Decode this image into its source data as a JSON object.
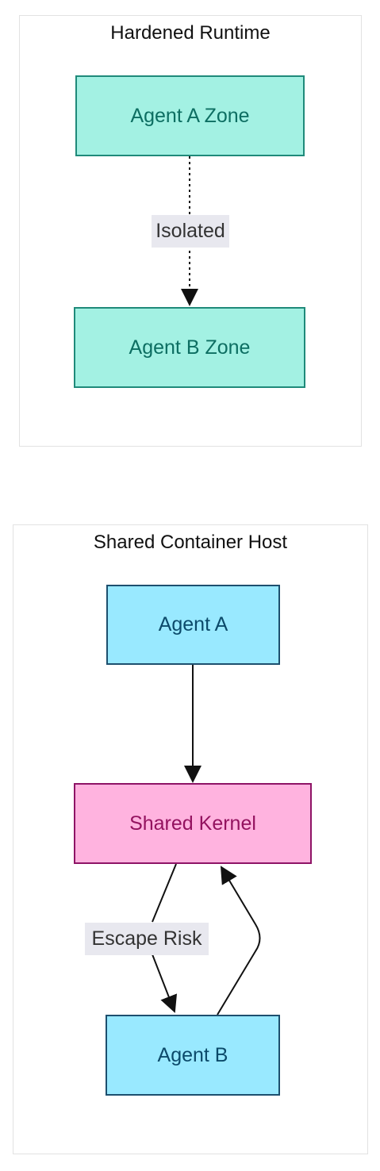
{
  "clusters": {
    "hardened": {
      "title": "Hardened Runtime",
      "nodes": {
        "agent_a_zone": "Agent A Zone",
        "agent_b_zone": "Agent B Zone"
      },
      "edges": {
        "isolated": "Isolated"
      }
    },
    "shared": {
      "title": "Shared Container Host",
      "nodes": {
        "agent_a": "Agent A",
        "shared_kernel": "Shared Kernel",
        "agent_b": "Agent B"
      },
      "edges": {
        "escape_risk": "Escape Risk"
      }
    }
  },
  "colors": {
    "zone_fill": "#a3f1e3",
    "zone_border": "#1f8a7a",
    "zone_text": "#0d6e62",
    "agent_fill": "#99e9ff",
    "agent_border": "#1d4f6e",
    "agent_text": "#0c4a6a",
    "kernel_fill": "#ffb3df",
    "kernel_border": "#8e1466",
    "kernel_text": "#93125f"
  }
}
